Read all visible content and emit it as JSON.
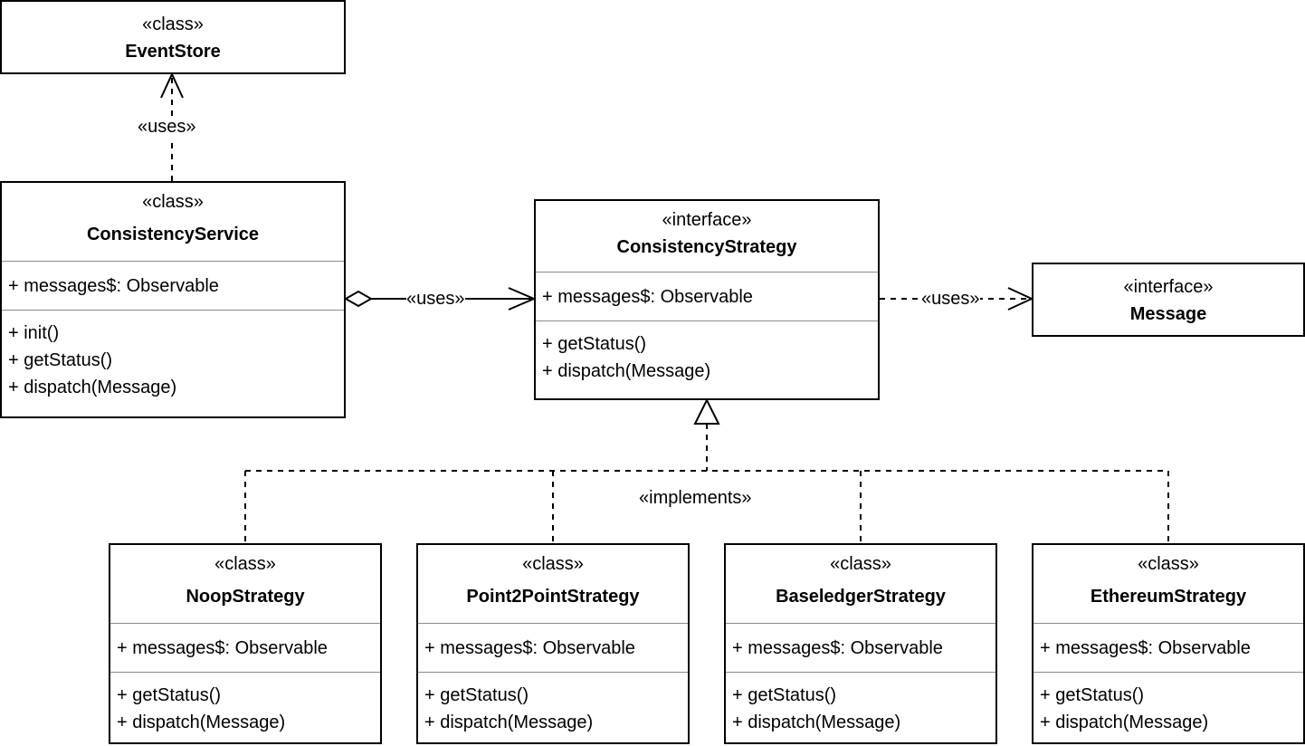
{
  "classes": {
    "event_store": {
      "stereotype": "«class»",
      "name": "EventStore"
    },
    "consistency_service": {
      "stereotype": "«class»",
      "name": "ConsistencyService",
      "attributes": [
        "+ messages$: Observable"
      ],
      "methods": [
        "+ init()",
        "+ getStatus()",
        "+ dispatch(Message)"
      ]
    },
    "consistency_strategy": {
      "stereotype": "«interface»",
      "name": "ConsistencyStrategy",
      "attributes": [
        "+ messages$: Observable"
      ],
      "methods": [
        "+ getStatus()",
        "+ dispatch(Message)"
      ]
    },
    "message": {
      "stereotype": "«interface»",
      "name": "Message"
    },
    "noop_strategy": {
      "stereotype": "«class»",
      "name": "NoopStrategy",
      "attributes": [
        "+ messages$: Observable"
      ],
      "methods": [
        "+ getStatus()",
        "+ dispatch(Message)"
      ]
    },
    "point2point_strategy": {
      "stereotype": "«class»",
      "name": "Point2PointStrategy",
      "attributes": [
        "+ messages$: Observable"
      ],
      "methods": [
        "+ getStatus()",
        "+ dispatch(Message)"
      ]
    },
    "baseledger_strategy": {
      "stereotype": "«class»",
      "name": "BaseledgerStrategy",
      "attributes": [
        "+ messages$: Observable"
      ],
      "methods": [
        "+ getStatus()",
        "+ dispatch(Message)"
      ]
    },
    "ethereum_strategy": {
      "stereotype": "«class»",
      "name": "EthereumStrategy",
      "attributes": [
        "+ messages$: Observable"
      ],
      "methods": [
        "+ getStatus()",
        "+ dispatch(Message)"
      ]
    }
  },
  "relations": {
    "service_uses_eventstore": "«uses»",
    "service_uses_strategy": "«uses»",
    "strategy_uses_message": "«uses»",
    "implements": "«implements»"
  }
}
